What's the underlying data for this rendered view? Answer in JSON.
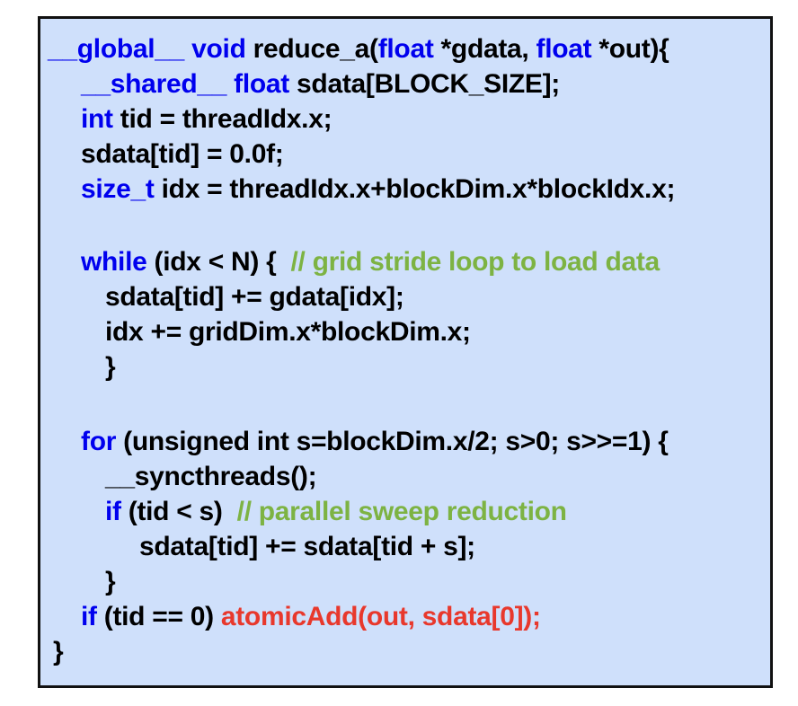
{
  "colors": {
    "background": "#cfe0fb",
    "keyword": "#0000ee",
    "comment": "#7db343",
    "highlight": "#e8382c",
    "text": "#000000",
    "border": "#111111"
  },
  "code": {
    "l1": {
      "k1": "__global__",
      "k2": "void",
      "t1": " reduce_a(",
      "k3": "float",
      "t2": " *gdata, ",
      "k4": "float",
      "t3": " *out){"
    },
    "l2": {
      "k1": "__shared__",
      "k2": "float",
      "t1": " sdata[BLOCK_SIZE];"
    },
    "l3": {
      "k1": "int",
      "t1": " tid = threadIdx.x;"
    },
    "l4": {
      "t1": "sdata[tid] = 0.0f;"
    },
    "l5": {
      "k1": "size_t",
      "t1": " idx = threadIdx.x+blockDim.x*blockIdx.x;"
    },
    "l6": {
      "k1": "while",
      "t1": " (idx < N) {  ",
      "c1": "// grid stride loop to load data"
    },
    "l7": {
      "t1": "sdata[tid] += gdata[idx];"
    },
    "l8": {
      "t1": "idx += gridDim.x*blockDim.x;"
    },
    "l9": {
      "t1": "}"
    },
    "l10": {
      "k1": "for",
      "t1": " (unsigned int s=blockDim.x/2; s>0; s>>=1) {"
    },
    "l11": {
      "t1": "__syncthreads();"
    },
    "l12": {
      "k1": "if",
      "t1": " (tid < s)  ",
      "c1": "// parallel sweep reduction"
    },
    "l13": {
      "t1": "sdata[tid] += sdata[tid + s];"
    },
    "l14": {
      "t1": "}"
    },
    "l15": {
      "k1": "if",
      "t1": " (tid == 0) ",
      "a1": "atomicAdd(out, sdata[0]);"
    },
    "l16": {
      "t1": "}"
    }
  }
}
